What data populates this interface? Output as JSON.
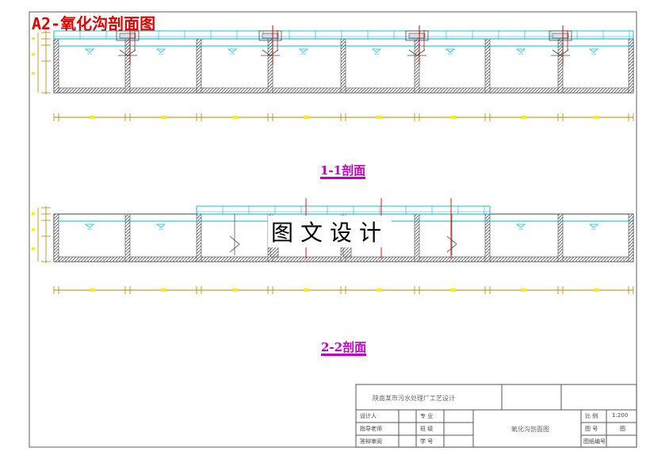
{
  "title": "A2-氧化沟剖面图",
  "section1_label": "1-1剖面",
  "section2_label": "2-2剖面",
  "watermark": "图文设计",
  "title_block": {
    "project": "陕南某市污水处理厂工艺设计",
    "drawing_name": "氧化沟剖面图",
    "row_labels": [
      "设计人",
      "指导老师",
      "答辩审阅"
    ],
    "mid_labels": [
      "专 业",
      "班 级",
      "学 号"
    ],
    "scale_label": "比 例",
    "scale_value": "1:200",
    "sheet_label": "图 号",
    "sheet_value": "图",
    "drawing_no_label": "图纸编号"
  },
  "colors": {
    "frame": "#777777",
    "structure": "#444444",
    "water": "#00b8d8",
    "pipe": "#d40000",
    "dimension": "#b08800",
    "dim_marker": "#ffee00",
    "label": "#c000c0",
    "title": "#e00000"
  }
}
